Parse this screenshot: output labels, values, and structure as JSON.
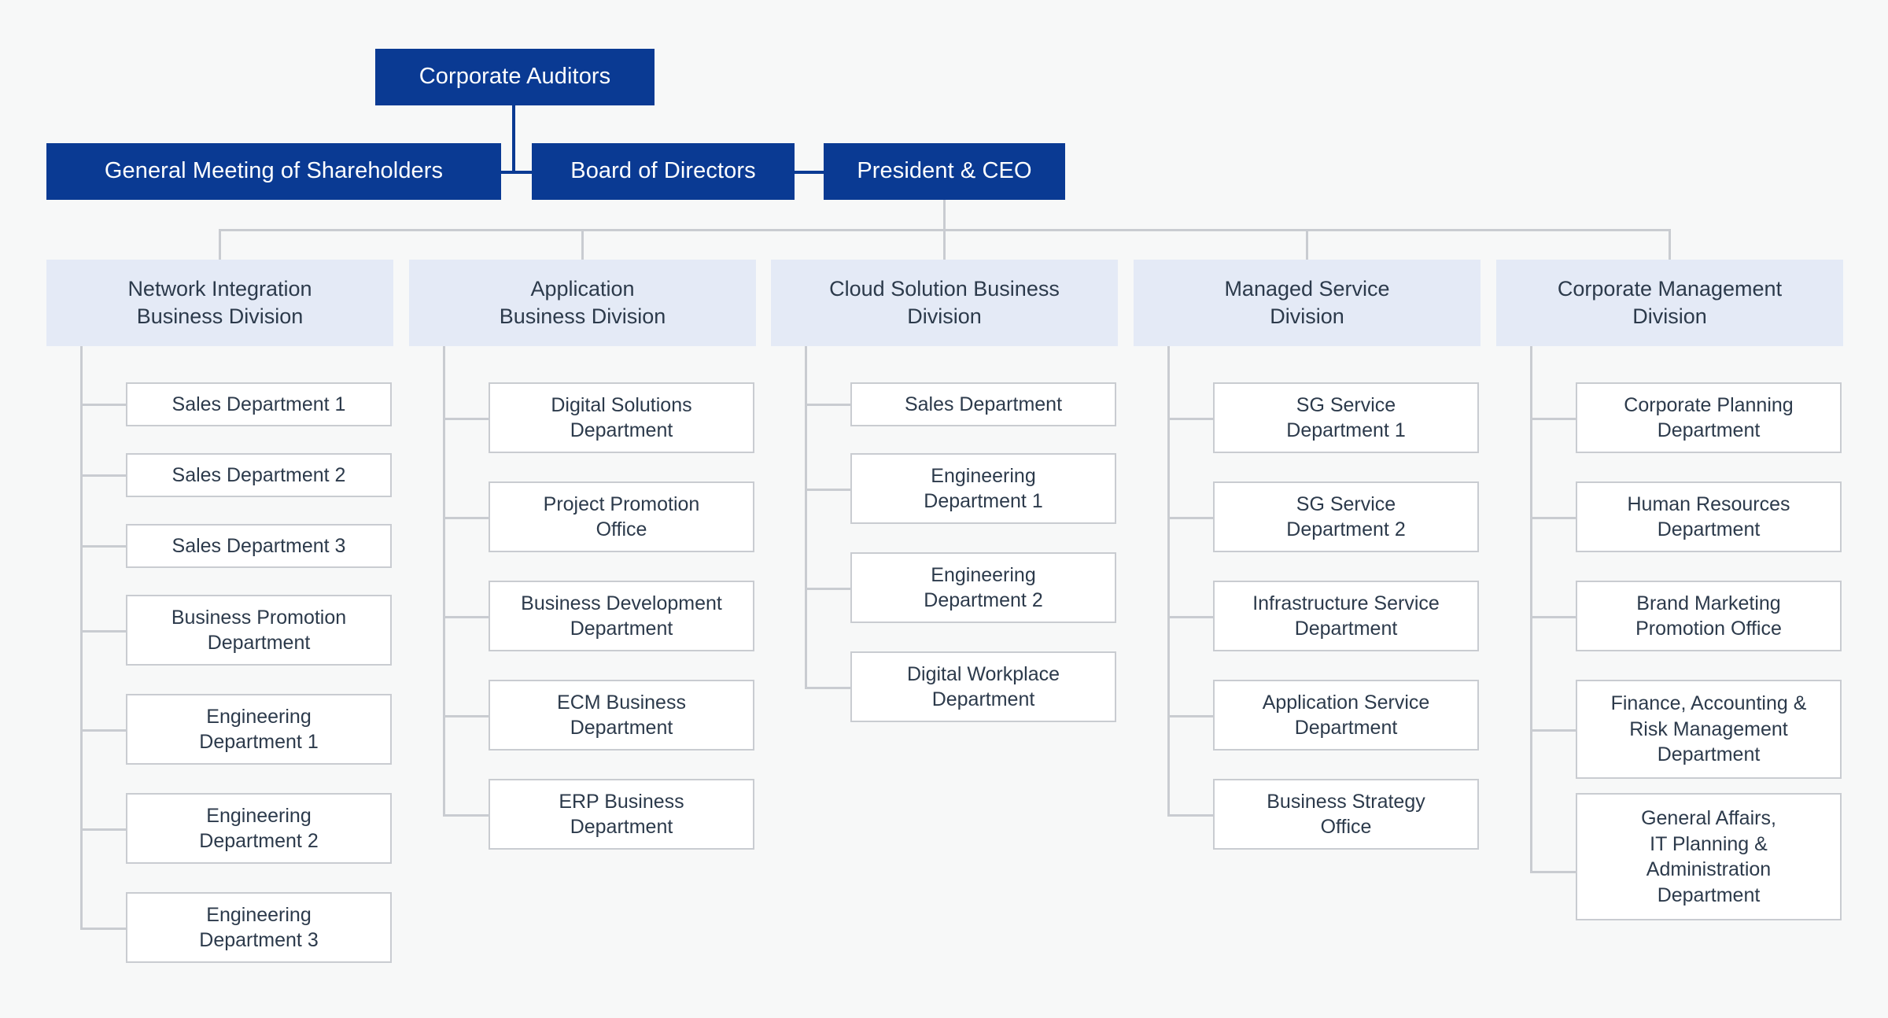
{
  "meta": {
    "title": "Corporate Organizational Chart",
    "colors": {
      "background": "#f7f8f8",
      "executive_fill": "#0A3A93",
      "executive_text": "#ffffff",
      "division_fill": "#e4eaf6",
      "node_text": "#2c3a4b",
      "department_fill": "#ffffff",
      "department_border": "#c9ccd1",
      "connector": "#c9ccd1"
    }
  },
  "executive": {
    "corporate_auditors": "Corporate Auditors",
    "general_meeting": "General Meeting of Shareholders",
    "board_of_directors": "Board of Directors",
    "president_ceo": "President & CEO"
  },
  "divisions": [
    {
      "name": "Network Integration\nBusiness Division",
      "line1": "Network Integration",
      "line2": "Business Division",
      "departments": [
        {
          "line1": "Sales Department 1",
          "line2": ""
        },
        {
          "line1": "Sales Department 2",
          "line2": ""
        },
        {
          "line1": "Sales Department 3",
          "line2": ""
        },
        {
          "line1": "Business Promotion",
          "line2": "Department"
        },
        {
          "line1": "Engineering",
          "line2": "Department 1"
        },
        {
          "line1": "Engineering",
          "line2": "Department 2"
        },
        {
          "line1": "Engineering",
          "line2": "Department 3"
        }
      ]
    },
    {
      "name": "Application\nBusiness Division",
      "line1": "Application",
      "line2": "Business Division",
      "departments": [
        {
          "line1": "Digital Solutions",
          "line2": "Department"
        },
        {
          "line1": "Project Promotion",
          "line2": "Office"
        },
        {
          "line1": "Business Development",
          "line2": "Department"
        },
        {
          "line1": "ECM Business",
          "line2": "Department"
        },
        {
          "line1": "ERP Business",
          "line2": "Department"
        }
      ]
    },
    {
      "name": "Cloud Solution Business\nDivision",
      "line1": "Cloud Solution Business",
      "line2": "Division",
      "departments": [
        {
          "line1": "Sales Department",
          "line2": ""
        },
        {
          "line1": "Engineering",
          "line2": "Department 1"
        },
        {
          "line1": "Engineering",
          "line2": "Department 2"
        },
        {
          "line1": "Digital Workplace",
          "line2": "Department"
        }
      ]
    },
    {
      "name": "Managed Service\nDivision",
      "line1": "Managed Service",
      "line2": "Division",
      "departments": [
        {
          "line1": "SG Service",
          "line2": "Department 1"
        },
        {
          "line1": "SG Service",
          "line2": "Department 2"
        },
        {
          "line1": "Infrastructure Service",
          "line2": "Department"
        },
        {
          "line1": "Application Service",
          "line2": "Department"
        },
        {
          "line1": "Business Strategy",
          "line2": "Office"
        }
      ]
    },
    {
      "name": "Corporate Management\nDivision",
      "line1": "Corporate Management",
      "line2": "Division",
      "departments": [
        {
          "line1": "Corporate Planning",
          "line2": "Department"
        },
        {
          "line1": "Human Resources",
          "line2": "Department"
        },
        {
          "line1": "Brand Marketing",
          "line2": "Promotion Office"
        },
        {
          "line1": "Finance, Accounting &",
          "line2": "Risk Management",
          "line3": "Department"
        },
        {
          "line1": "General Affairs,",
          "line2": "IT Planning &",
          "line3": "Administration",
          "line4": "Department"
        }
      ]
    }
  ]
}
